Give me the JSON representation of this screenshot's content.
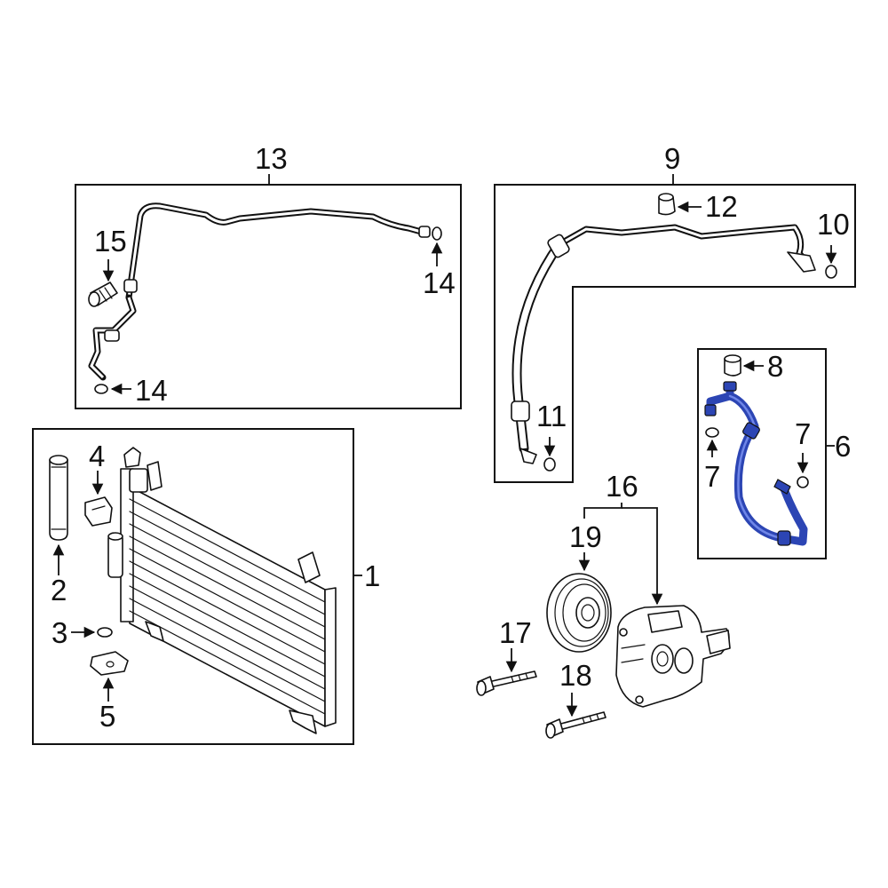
{
  "diagram": {
    "highlight_color": "#2c45b4",
    "callouts": {
      "c1": "1",
      "c2": "2",
      "c3": "3",
      "c4": "4",
      "c5": "5",
      "c6": "6",
      "c7a": "7",
      "c7b": "7",
      "c8": "8",
      "c9": "9",
      "c10": "10",
      "c11": "11",
      "c12": "12",
      "c13": "13",
      "c14a": "14",
      "c14b": "14",
      "c15": "15",
      "c16": "16",
      "c17": "17",
      "c18": "18",
      "c19": "19"
    }
  }
}
